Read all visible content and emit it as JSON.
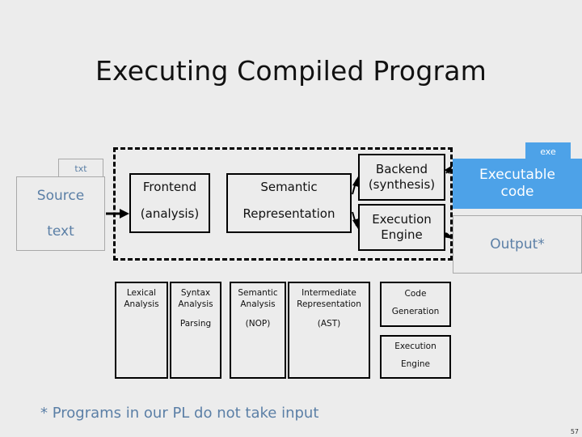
{
  "slide": {
    "title": "Executing Compiled Program",
    "footnote": "* Programs in our PL do not take input",
    "page_number": "57"
  },
  "input": {
    "file_type_badge": "txt",
    "source_label": "Source",
    "text_label": "text"
  },
  "compiler": {
    "frontend": {
      "line1": "Frontend",
      "line2": "(analysis)"
    },
    "semantic": {
      "line1": "Semantic",
      "line2": "Representation"
    },
    "backend": {
      "line1": "Backend",
      "line2": "(synthesis)"
    }
  },
  "runtime": {
    "execution_engine": {
      "line1": "Execution",
      "line2": "Engine"
    },
    "exe_badge": "exe",
    "executable": {
      "line1": "Executable",
      "line2": "code"
    },
    "output": "Output*"
  },
  "phases": [
    {
      "name": "lexical-analysis",
      "line1": "Lexical",
      "line2": "Analysis",
      "line3": "",
      "line4": ""
    },
    {
      "name": "syntax-analysis",
      "line1": "Syntax",
      "line2": "Analysis",
      "line3": "Parsing",
      "line4": ""
    },
    {
      "name": "semantic-analysis",
      "line1": "Semantic",
      "line2": "Analysis",
      "line3": "(NOP)",
      "line4": ""
    },
    {
      "name": "intermediate-representation",
      "line1": "Intermediate",
      "line2": "Representation",
      "line3": "(AST)",
      "line4": ""
    },
    {
      "name": "code-generation",
      "line1": "Code",
      "line2": "Generation"
    },
    {
      "name": "execution-engine-phase",
      "line1": "Execution",
      "line2": "Engine"
    }
  ],
  "colors": {
    "background": "#ececec",
    "accent_blue": "#4da2e8",
    "muted_blue_text": "#5b7fa6",
    "outline": "#000000"
  }
}
